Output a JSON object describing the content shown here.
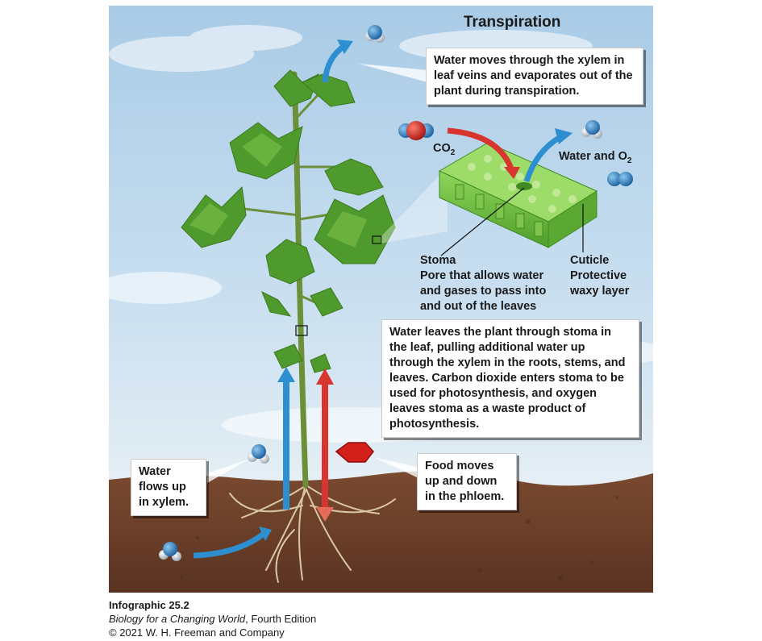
{
  "title": "Transpiration",
  "callouts": {
    "xylem_leaf": "Water moves through the xylem in leaf veins and evaporates out of the plant during transpiration.",
    "stoma_process": "Water leaves the plant through stoma in the leaf, pulling additional water up through the xylem in the roots, stems, and leaves. Carbon dioxide enters stoma to be used for photosynthesis, and oxygen leaves stoma as a waste product of photosynthesis.",
    "water_xylem": "Water flows up in xylem.",
    "food_phloem": "Food moves up and down in the phloem."
  },
  "labels": {
    "co2_main": "CO",
    "co2_sub": "2",
    "water_o2_main": "Water and O",
    "water_o2_sub": "2",
    "stoma_title": "Stoma",
    "stoma_desc": "Pore that allows water and gases to pass into and out of the leaves",
    "cuticle_title": "Cuticle",
    "cuticle_desc": "Protective waxy layer"
  },
  "caption": {
    "title": "Infographic 25.2",
    "book": "Biology for a Changing World",
    "edition": ", Fourth Edition",
    "copyright": "© 2021 W. H. Freeman and Company"
  },
  "colors": {
    "sky_top": "#a9cbe6",
    "sky_bottom": "#dbe9f2",
    "soil": "#6b3f2a",
    "leaf": "#4e9a2c",
    "water_arrow": "#2e8fd0",
    "food_arrow": "#d8352e",
    "molecule_blue": "#1f6fb5",
    "molecule_red": "#c8201f"
  }
}
